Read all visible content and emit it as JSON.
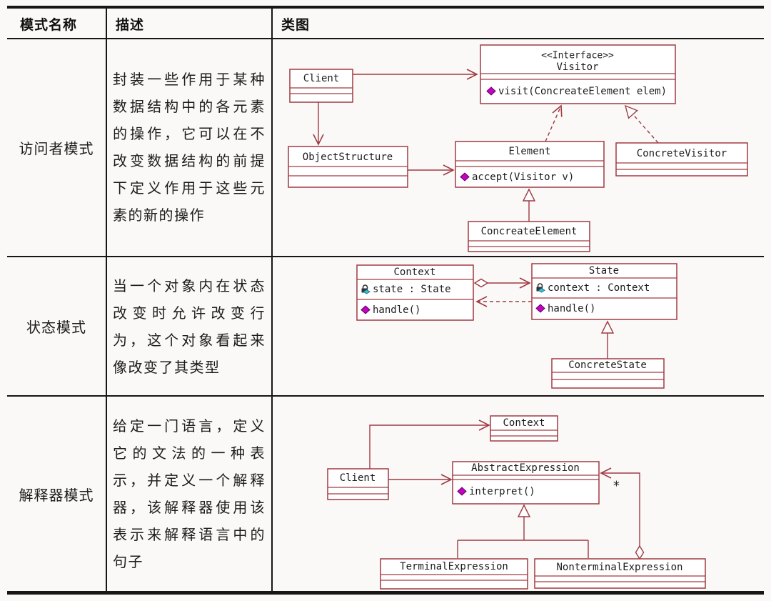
{
  "table": {
    "headers": [
      "模式名称",
      "描述",
      "类图"
    ],
    "rows": [
      {
        "name": "访问者模式",
        "description": "封装一些作用于某种数据结构中的各元素的操作，它可以在不改变数据结构的前提下定义作用于这些元素的新的操作"
      },
      {
        "name": "状态模式",
        "description": "当一个对象内在状态改变时允许改变行为，这个对象看起来像改变了其类型"
      },
      {
        "name": "解释器模式",
        "description": "给定一门语言，定义它的文法的一种表示，并定义一个解释器，该解释器使用该表示来解释语言中的句子"
      }
    ]
  },
  "diagrams": {
    "visitor": {
      "client": "Client",
      "interface_stereotype": "<<Interface>>",
      "interface_name": "Visitor",
      "interface_method": "visit(ConcreateElement elem)",
      "object_structure": "ObjectStructure",
      "element": "Element",
      "element_method": "accept(Visitor v)",
      "concrete_visitor": "ConcreteVisitor",
      "concreate_element": "ConcreateElement"
    },
    "state": {
      "context": "Context",
      "context_attr": "state : State",
      "context_method": "handle()",
      "state": "State",
      "state_attr": "context : Context",
      "state_method": "handle()",
      "concrete_state": "ConcreteState"
    },
    "interpreter": {
      "context": "Context",
      "client": "Client",
      "abstract_expression": "AbstractExpression",
      "abstract_method": "interpret()",
      "terminal": "TerminalExpression",
      "nonterminal": "NonterminalExpression",
      "multiplicity": "*"
    }
  },
  "colors": {
    "bg": "#faf9f7",
    "boxfill": "#ffffff",
    "line": "#a03a42",
    "text": "#1c1c1c",
    "tline": "#161616",
    "method_icon": "#c203c2",
    "attr_diamond": "#3ac0da",
    "attr_lock": "#333333"
  }
}
